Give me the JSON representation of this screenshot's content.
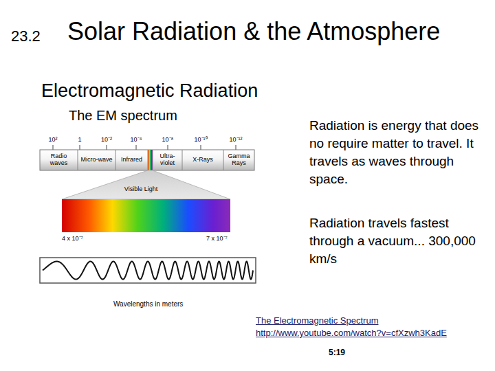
{
  "diagram": {
    "title": "Solar Radiation & the Atmosphere",
    "nodes": [
      {
        "text": [
          "Radio waves"
        ]
      },
      {
        "text": [
          "Micro-wave"
        ]
      },
      {
        "text": [
          "Infrared"
        ]
      },
      {
        "text": [
          "Ultra-violet"
        ]
      },
      {
        "text": [
          "X-Rays"
        ]
      },
      {
        "text": [
          "Gamma Rays"
        ]
      }
    ],
    "labels": [
      "23.2",
      "Electromagnetic Radiation",
      "The EM spectrum",
      "Radiation is energy that does no require matter to travel. It travels as waves through space.",
      "Radiation travels fastest through a vacuum... 300,000 km/s",
      "10²",
      "1",
      "10⁻²",
      "10⁻⁴",
      "10⁻⁸",
      "10⁻¹⁰",
      "10⁻¹²",
      "Visible Light",
      "4 x 10⁻⁷",
      "7 x 10⁻⁷",
      "Wavelengths in meters",
      "The Electromagnetic Spectrum",
      "http://www.youtube.com/watch?v=cfXzwh3KadE",
      "5:19"
    ]
  }
}
